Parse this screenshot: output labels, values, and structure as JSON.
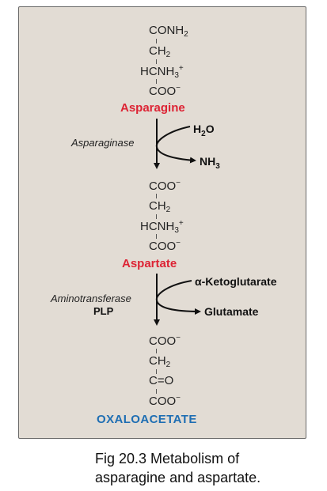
{
  "asparagine": {
    "formula": [
      "CONH",
      "CH",
      "HCNH",
      "COO"
    ],
    "name": "Asparagine"
  },
  "step1": {
    "enzyme": "Asparaginase",
    "input": "H",
    "output": "NH"
  },
  "aspartate": {
    "formula": [
      "COO",
      "CH",
      "HCNH",
      "COO"
    ],
    "name": "Aspartate"
  },
  "step2": {
    "enzyme": "Aminotransferase",
    "cofactor": "PLP",
    "input": "α-Ketoglutarate",
    "output": "Glutamate"
  },
  "oxaloacetate": {
    "formula": [
      "COO",
      "CH",
      "C=O",
      "COO"
    ],
    "name": "OXALOACETATE"
  },
  "caption": {
    "line1": "Fig 20.3 Metabolism of",
    "line2": "asparagine and aspartate."
  },
  "colors": {
    "panel": "#e2dcd4",
    "asparagine_name": "#dd2334",
    "aspartate_name": "#dd2334",
    "oxaloacetate_name": "#1e6eb3"
  }
}
